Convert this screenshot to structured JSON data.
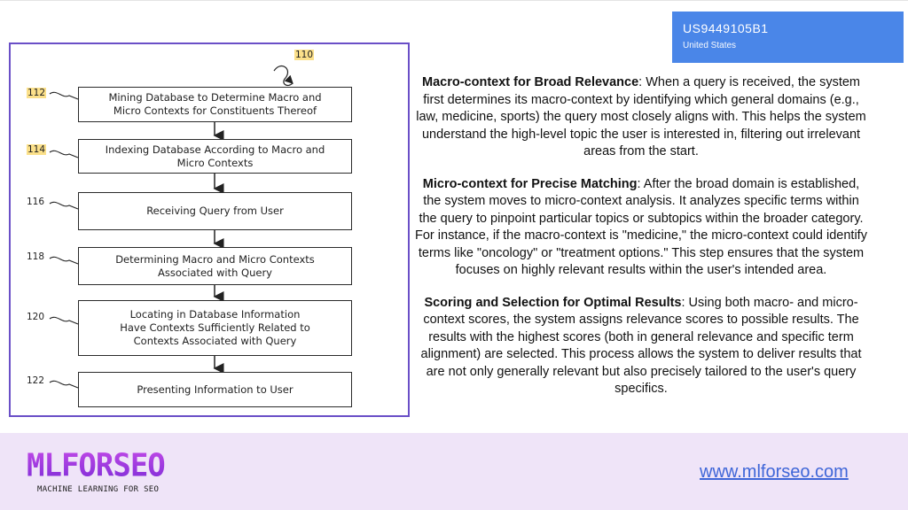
{
  "patent": {
    "number": "US9449105B1",
    "country": "United States"
  },
  "diagram": {
    "figure_ref": "110",
    "steps": [
      {
        "ref": "112",
        "text": "Mining Database to Determine Macro and\nMicro Contexts for Constituents Thereof"
      },
      {
        "ref": "114",
        "text": "Indexing Database According to Macro and\nMicro Contexts"
      },
      {
        "ref": "116",
        "text": "Receiving Query from User"
      },
      {
        "ref": "118",
        "text": "Determining Macro and Micro Contexts\nAssociated with Query"
      },
      {
        "ref": "120",
        "text": "Locating in Database Information\nHave Contexts Sufficiently Related to\nContexts Associated with Query"
      },
      {
        "ref": "122",
        "text": "Presenting Information to User"
      }
    ],
    "highlight_color": "#fbe08a"
  },
  "paragraphs": [
    {
      "title": "Macro-context for Broad Relevance",
      "body": ": When a query is received, the system first determines its macro-context by identifying which general domains (e.g., law, medicine, sports) the query most closely aligns with. This helps the system understand the high-level topic the user is interested in, filtering out irrelevant areas from the start."
    },
    {
      "title": "Micro-context for Precise Matching",
      "body": ": After the broad domain is established, the system moves to micro-context analysis. It analyzes specific terms within the query to pinpoint particular topics or subtopics within the broader category. For instance, if the macro-context is \"medicine,\" the micro-context could identify terms like \"oncology\" or \"treatment options.\" This step ensures that the system focuses on highly relevant results within the user's intended area."
    },
    {
      "title": "Scoring and Selection for Optimal Results",
      "body": ": Using both macro- and micro-context scores, the system assigns relevance scores to possible results. The results with the highest scores (both in general relevance and specific term alignment) are selected. This process allows the system to deliver results that are not only generally relevant but also precisely tailored to the user's query specifics."
    }
  ],
  "footer": {
    "logo_text": "MLFORSEO",
    "logo_tagline": "MACHINE LEARNING FOR SEO",
    "website": "www.mlforseo.com"
  },
  "colors": {
    "badge": "#4a86e8",
    "frame": "#6a4fc7",
    "footer": "#efe4f8",
    "link": "#3f66d8",
    "logo": "#a63be0"
  }
}
